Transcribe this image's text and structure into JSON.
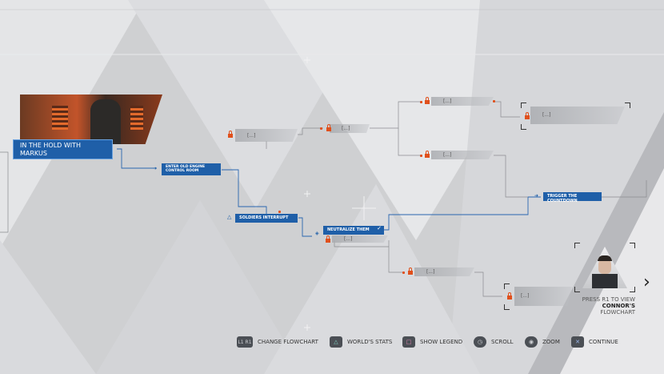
{
  "start_node": {
    "title": "IN THE HOLD WITH MARKUS"
  },
  "nodes": {
    "enter_engine": "ENTER OLD ENGINE CONTROL ROOM",
    "soldiers": "SOLDIERS INTERRUPT",
    "neutralize": "NEUTRALIZE THEM",
    "trigger": "TRIGGER THE COUNTDOWN",
    "locked_label": "[...]"
  },
  "side_panel": {
    "press": "PRESS R1 TO VIEW",
    "name": "CONNOR'S",
    "flowchart": "FLOWCHART"
  },
  "hints": [
    {
      "glyph": "L1 R1",
      "label": "CHANGE FLOWCHART"
    },
    {
      "glyph": "△",
      "label": "WORLD'S STATS"
    },
    {
      "glyph": "□",
      "label": "SHOW LEGEND"
    },
    {
      "glyph": "◷",
      "label": "SCROLL"
    },
    {
      "glyph": "◉",
      "label": "ZOOM"
    },
    {
      "glyph": "✕",
      "label": "CONTINUE"
    }
  ],
  "colors": {
    "accent": "#1f5fa8",
    "lock": "#e0501c",
    "background": "#cfd0d2"
  }
}
